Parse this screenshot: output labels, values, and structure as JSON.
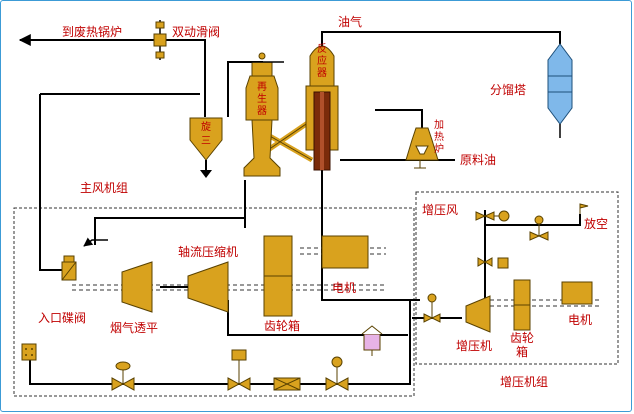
{
  "labels": {
    "to_waste_heat_boiler": "到废热锅炉",
    "double_slide_valve": "双动滑阀",
    "oil_gas": "油气",
    "reactor": "反应器",
    "regenerator": "再生器",
    "cyclone": "旋三",
    "fractionator": "分馏塔",
    "heating_furnace": "加热炉",
    "feed_oil": "原料油",
    "main_fan_unit": "主风机组",
    "booster_air": "增压风",
    "vent": "放空",
    "axial_compressor": "轴流压缩机",
    "inlet_butterfly_valve": "入口碟阀",
    "flue_gas_expander": "烟气透平",
    "gearbox": "齿轮箱",
    "motor": "电机",
    "booster": "增压机",
    "booster_gearbox": "齿轮箱",
    "booster_motor": "电机",
    "booster_unit": "增压机组"
  },
  "colors": {
    "equipment_fill": "#d9a21e",
    "label_text": "#c00000",
    "fractionator_fill": "#7fb8ea",
    "frame_border": "#3c9bd6"
  },
  "icons": {
    "valve": "valve-icon",
    "flag": "flag-icon",
    "gauge": "gauge-icon",
    "arrow": "arrow-up-icon"
  }
}
